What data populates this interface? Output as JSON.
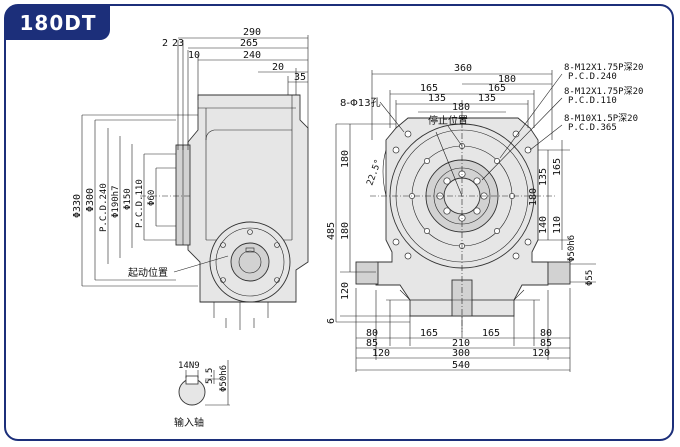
{
  "model": "180DT",
  "side_view": {
    "top_dims": [
      "290",
      "265",
      "240",
      "20",
      "35",
      "2",
      "23",
      "10"
    ],
    "vertical_dims": [
      "Φ330",
      "Φ300",
      "P.C.D.240",
      "Φ190h7",
      "Φ150",
      "P.C.D.110",
      "Φ60"
    ],
    "label_start_position": "起动位置"
  },
  "front_view": {
    "top_dims": [
      "360",
      "180",
      "165",
      "165",
      "135",
      "135",
      "180"
    ],
    "hole_label": "8-Φ13孔",
    "stop_position": "停止位置",
    "angle": "22.5°",
    "callouts": [
      {
        "line1": "8-M12X1.75P深20",
        "line2": "P.C.D.240"
      },
      {
        "line1": "8-M12X1.75P深20",
        "line2": "P.C.D.110"
      },
      {
        "line1": "8-M10X1.5P深20",
        "line2": "P.C.D.365"
      }
    ],
    "left_dims": [
      "180",
      "485",
      "180",
      "120",
      "6"
    ],
    "right_dims": [
      "135",
      "165",
      "180",
      "140",
      "110",
      "Φ50h6",
      "Φ55"
    ],
    "bottom_dims": [
      "80",
      "165",
      "165",
      "80",
      "85",
      "210",
      "85",
      "120",
      "300",
      "120",
      "540"
    ]
  },
  "shaft": {
    "key": "14N9",
    "depth": "5.5",
    "dia": "Φ50h6",
    "label": "输入轴"
  }
}
